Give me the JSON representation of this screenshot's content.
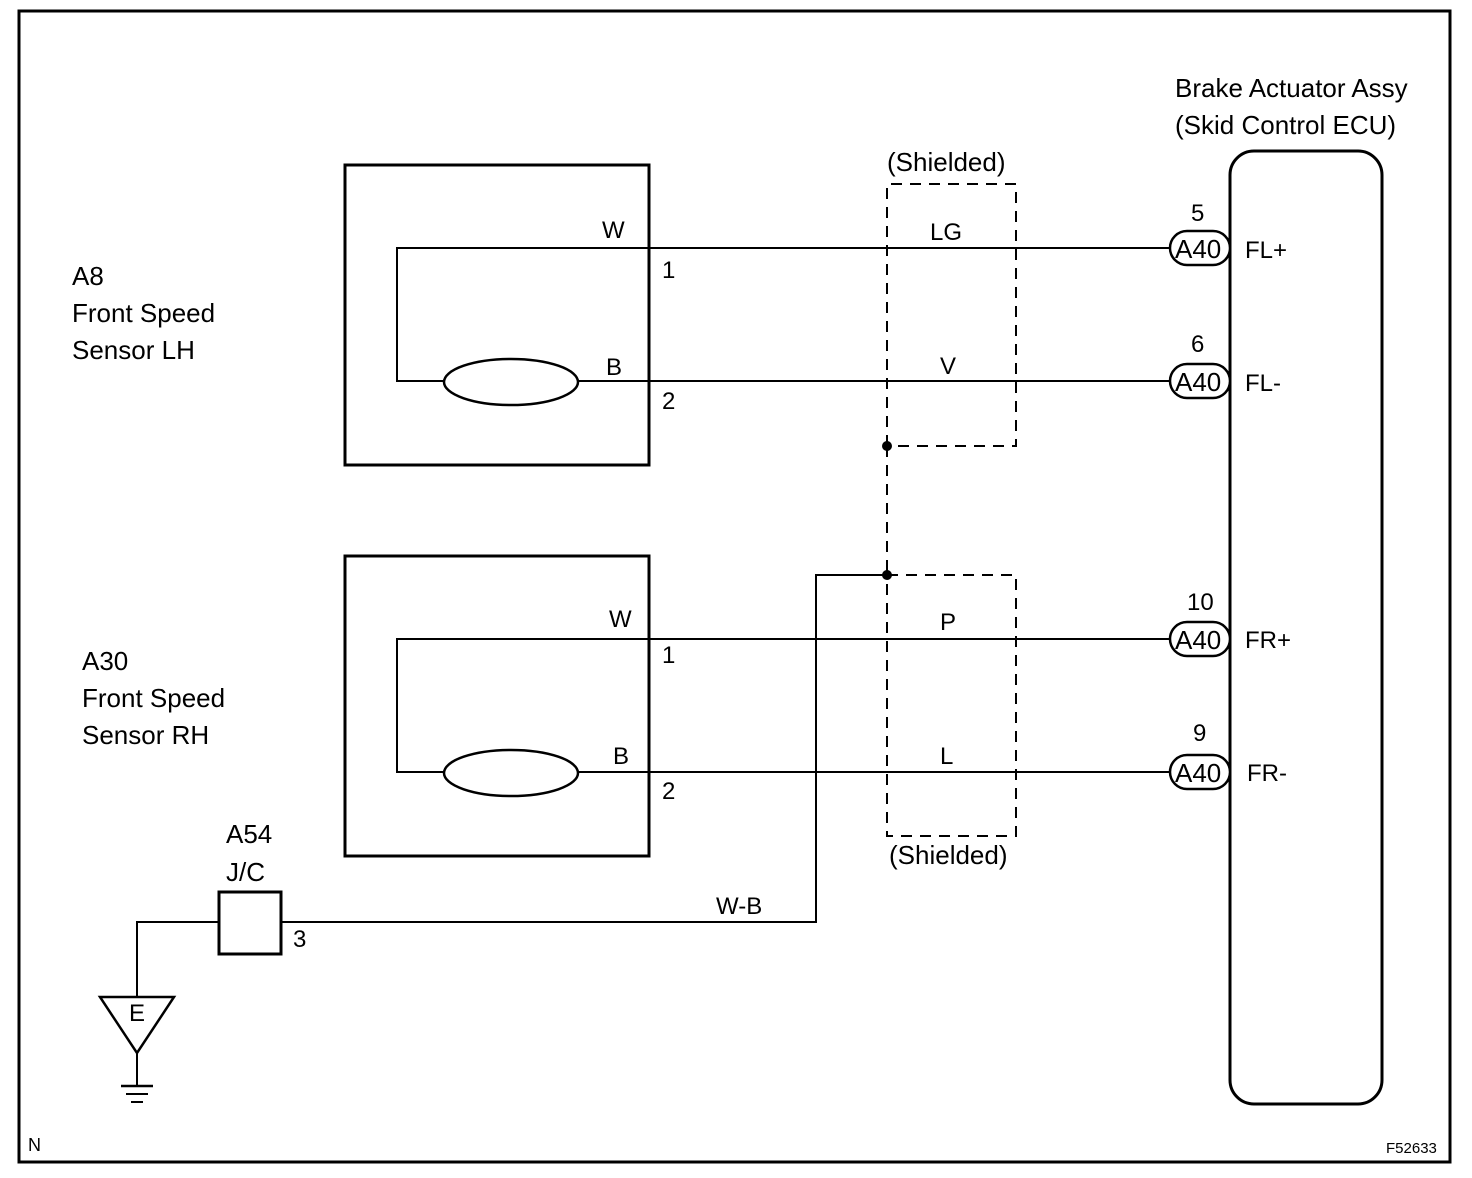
{
  "ecu": {
    "title_line1": "Brake Actuator Assy",
    "title_line2": "(Skid Control ECU)"
  },
  "sensor_lh": {
    "code": "A8",
    "name_line1": "Front Speed",
    "name_line2": "Sensor LH",
    "wire_top": "W",
    "wire_bottom": "B",
    "pin_top": "1",
    "pin_bottom": "2"
  },
  "sensor_rh": {
    "code": "A30",
    "name_line1": "Front Speed",
    "name_line2": "Sensor RH",
    "wire_top": "W",
    "wire_bottom": "B",
    "pin_top": "1",
    "pin_bottom": "2"
  },
  "shield_top": {
    "label": "(Shielded)"
  },
  "shield_bottom": {
    "label": "(Shielded)"
  },
  "wires": {
    "fl_plus": {
      "color": "LG",
      "pin": "5",
      "connector": "A40",
      "terminal": "FL+"
    },
    "fl_minus": {
      "color": "V",
      "pin": "6",
      "connector": "A40",
      "terminal": "FL-"
    },
    "fr_plus": {
      "color": "P",
      "pin": "10",
      "connector": "A40",
      "terminal": "FR+"
    },
    "fr_minus": {
      "color": "L",
      "pin": "9",
      "connector": "A40",
      "terminal": "FR-"
    }
  },
  "junction": {
    "code": "A54",
    "type": "J/C",
    "pin": "3",
    "wire_color": "W-B"
  },
  "ground": {
    "label": "E"
  },
  "footer": {
    "corner_left": "N",
    "figure_id": "F52633"
  }
}
